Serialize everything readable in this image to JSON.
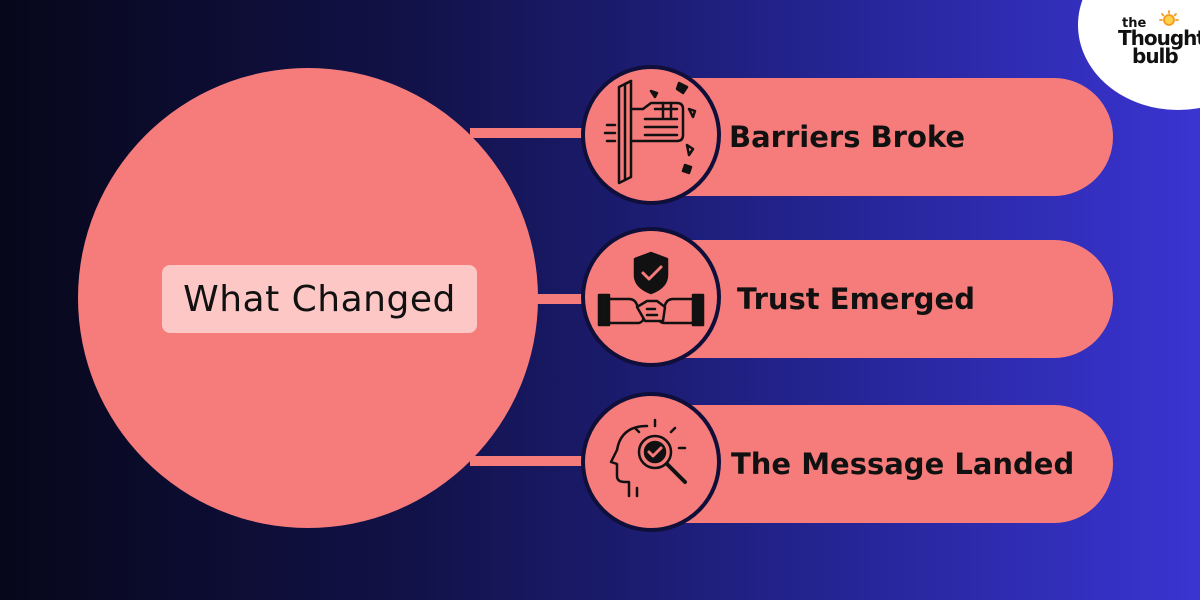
{
  "center": {
    "label": "What Changed"
  },
  "items": [
    {
      "label": "Barriers Broke",
      "icon": "fist-breaking-wall-icon"
    },
    {
      "label": "Trust Emerged",
      "icon": "handshake-shield-icon"
    },
    {
      "label": "The Message Landed",
      "icon": "head-magnifier-check-icon"
    }
  ],
  "logo": {
    "line1": "the",
    "line2": "Thought",
    "line3": "bulb"
  },
  "colors": {
    "accent": "#f57c7b",
    "center_box": "#fcc7c5",
    "bg_left": "#07071a",
    "bg_right": "#3a34d2",
    "text": "#111111"
  }
}
